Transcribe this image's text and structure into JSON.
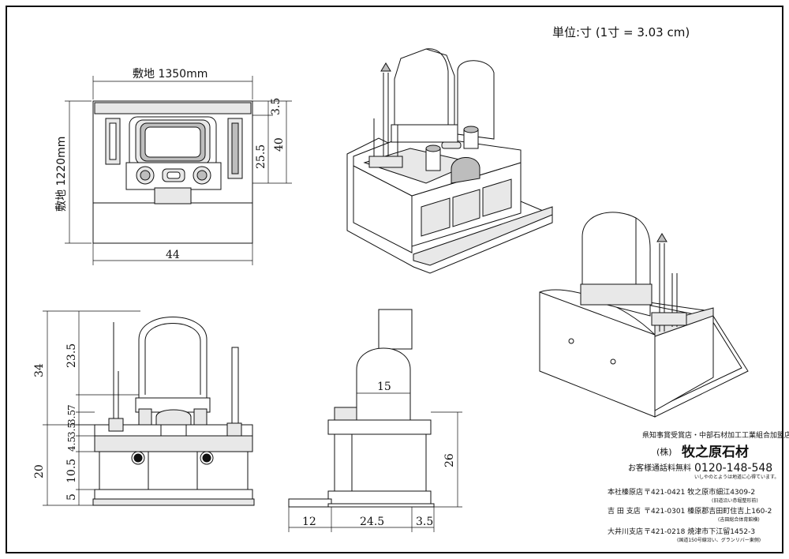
{
  "unit_note": "単位:寸 (1寸 = 3.03 cm)",
  "plan_view": {
    "width_label": "敷地 1350mm",
    "depth_label": "敷地 1220mm",
    "bottom_dim": "44",
    "right_dims": [
      "3.5",
      "25.5",
      "40"
    ]
  },
  "front_view": {
    "left_outer": [
      "34",
      "20"
    ],
    "left_inner": [
      "23.5",
      "3.5",
      "7",
      "3.5",
      "4.5",
      "10.5",
      "5"
    ]
  },
  "side_view": {
    "inner_dim": "15",
    "right_dim": "26",
    "bottom_dims": [
      "12",
      "24.5",
      "3.5"
    ]
  },
  "company": {
    "affiliation": "県知事賞受賞店・中部石材加工工業組合加盟店",
    "name_prefix": "(株)",
    "name": "牧之原石材",
    "freecall_label": "お客様通話料無料",
    "phone": "0120-148-548",
    "phone_note": "いしやのとようは地道に心得ています。",
    "branches": [
      {
        "name": "本社榛原店",
        "address": "〒421-0421 牧之原市細江4309-2",
        "note": "(旧道沿い赤堀整形前)"
      },
      {
        "name": "吉 田 支店",
        "address": "〒421-0301 榛原郡吉田町住吉上160-2",
        "note": "(吉田総合体育館横)"
      },
      {
        "name": "大井川支店",
        "address": "〒421-0218 焼津市下江留1452-3",
        "note": "(国道150号線沿い、グランリバー東側)"
      }
    ]
  }
}
